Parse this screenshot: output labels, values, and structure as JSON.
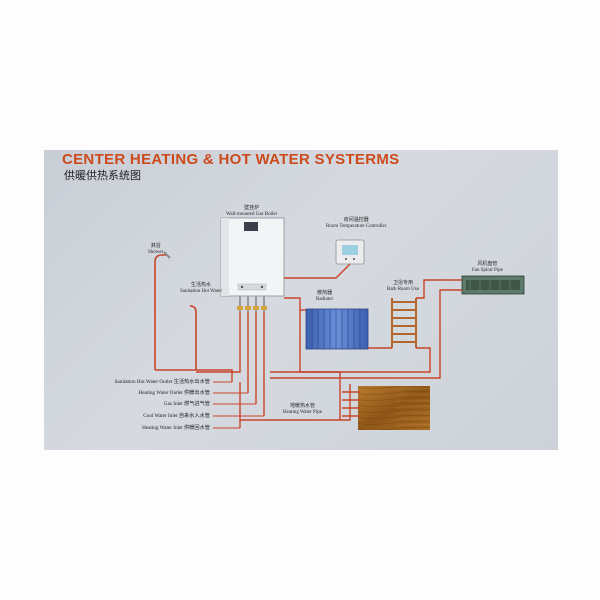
{
  "title": {
    "en": "CENTER HEATING & HOT WATER SYSTERMS",
    "cn": "供暖供热系统图"
  },
  "components": {
    "boiler": {
      "cn": "壁挂炉",
      "en": "Wall-mounted Gas Boiler"
    },
    "thermostat": {
      "cn": "房间温控器",
      "en": "Room Temperature Controller"
    },
    "shower": {
      "cn": "淋浴",
      "en": "Shower"
    },
    "sanitation": {
      "cn": "生活热水",
      "en": "Sanitation Hot Water"
    },
    "radiator": {
      "cn": "散热器",
      "en": "Radiator"
    },
    "bath": {
      "cn": "卫浴专用",
      "en": "Bath Room Use"
    },
    "fan_coil": {
      "cn": "风机盘管",
      "en": "Fan Spiral Pipe"
    },
    "floor_heating": {
      "cn": "地暖热水管",
      "en": "Heating Water Pipe"
    }
  },
  "legend": [
    {
      "en": "Sanitation Hot Water Outlet",
      "cn": "生活热水出水管"
    },
    {
      "en": "Heating Water Outlet",
      "cn": "供暖出水管"
    },
    {
      "en": "Gas Inlet",
      "cn": "燃气进气管"
    },
    {
      "en": "Cool Water Inlet",
      "cn": "自来水入水管"
    },
    {
      "en": "Heating Water Inlet",
      "cn": "供暖回水管"
    }
  ],
  "colors": {
    "pipe": "#c8452a",
    "title": "#cc4a1c",
    "radiator": "#4a6ec0",
    "wood": "#a0661e",
    "towel_rail": "#b4672f"
  }
}
